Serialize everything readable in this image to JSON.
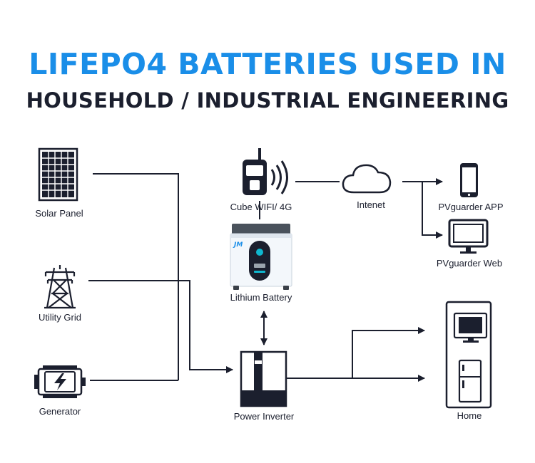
{
  "header": {
    "title": "LIFEPO4 BATTERIES USED IN",
    "subtitle": "HOUSEHOLD / INDUSTRIAL ENGINEERING"
  },
  "colors": {
    "accent": "#1a8ee8",
    "dark": "#1b1f2e",
    "battery_teal": "#0fb7cf"
  },
  "nodes": {
    "solar_panel": {
      "label": "Solar Panel",
      "icon": "solar-panel-icon"
    },
    "utility_grid": {
      "label": "Utility Grid",
      "icon": "transmission-tower-icon"
    },
    "generator": {
      "label": "Generator",
      "icon": "generator-icon"
    },
    "cube_wifi": {
      "label": "Cube WIFI/ 4G",
      "icon": "wifi-transmitter-icon"
    },
    "internet": {
      "label": "Intenet",
      "icon": "cloud-icon"
    },
    "app": {
      "label": "PVguarder APP",
      "icon": "smartphone-icon"
    },
    "web": {
      "label": "PVguarder Web",
      "icon": "monitor-icon"
    },
    "battery": {
      "label": "Lithium Battery",
      "icon": "battery-cabinet-icon"
    },
    "inverter": {
      "label": "Power Inverter",
      "icon": "inverter-icon"
    },
    "home": {
      "label": "Home",
      "icon": "home-appliances-icon"
    }
  }
}
